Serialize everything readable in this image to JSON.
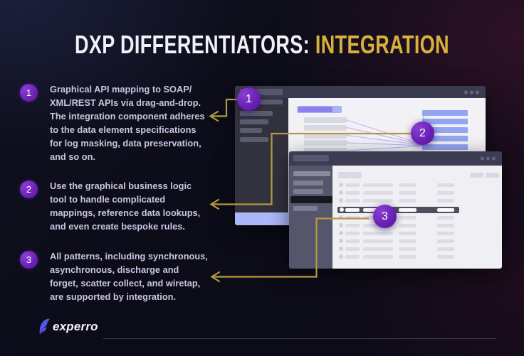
{
  "title": {
    "main": "DXP DIFFERENTIATORS: ",
    "accent": "INTEGRATION"
  },
  "items": [
    {
      "number": "1",
      "text": "Graphical API mapping to SOAP/\nXML/REST APIs via drag-and-drop.\nThe integration component adheres\nto the data element specifications\nfor log masking, data preservation,\nand so on."
    },
    {
      "number": "2",
      "text": "Use the graphical business logic\ntool to handle complicated\nmappings, reference data lookups,\nand even create bespoke rules."
    },
    {
      "number": "3",
      "text": "All patterns, including synchronous,\nasynchronous, discharge and\nforget, scatter collect, and wiretap,\nare supported by integration."
    }
  ],
  "footer": {
    "brand": "experro"
  },
  "colors": {
    "accent_gold": "#d8b13c",
    "connector_gold": "#b49a3f",
    "badge_purple": "#6a21b6",
    "logo_blue": "#5156e6",
    "background_dark": "#0c0c19"
  }
}
